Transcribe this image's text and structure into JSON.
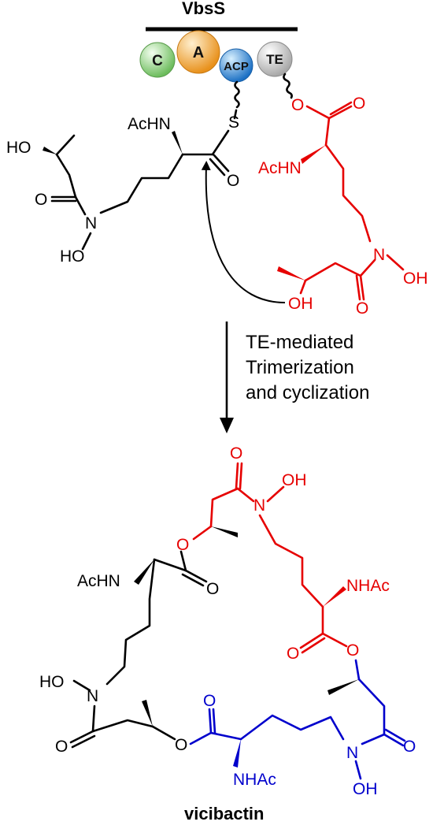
{
  "enzyme": {
    "name": "VbsS",
    "domains": [
      {
        "label": "C",
        "color": "#7dc96e"
      },
      {
        "label": "A",
        "color": "#f2a13a"
      },
      {
        "label": "ACP",
        "color": "#2f86d6"
      },
      {
        "label": "TE",
        "color": "#bdbdbd"
      }
    ],
    "thioester_atom": "S"
  },
  "black_monomer": {
    "labels": [
      "HO",
      "O",
      "N",
      "HO",
      "AcHN",
      "O"
    ],
    "color": "#000000"
  },
  "red_monomer": {
    "labels": [
      "O",
      "O",
      "AcHN",
      "N",
      "OH",
      "O",
      "OH"
    ],
    "color": "#e60000"
  },
  "reaction": {
    "condition_lines": [
      "TE-mediated",
      "Trimerization",
      "and cyclization"
    ]
  },
  "product": {
    "red_labels": [
      "O",
      "N",
      "OH",
      "O",
      "NHAc",
      "O",
      "O"
    ],
    "black_labels": [
      "AcHN",
      "O",
      "HO",
      "N",
      "O",
      "O"
    ],
    "blue_labels": [
      "O",
      "NHAc",
      "N",
      "OH",
      "O"
    ],
    "name": "vicibactin",
    "blue_color": "#0000cc"
  }
}
